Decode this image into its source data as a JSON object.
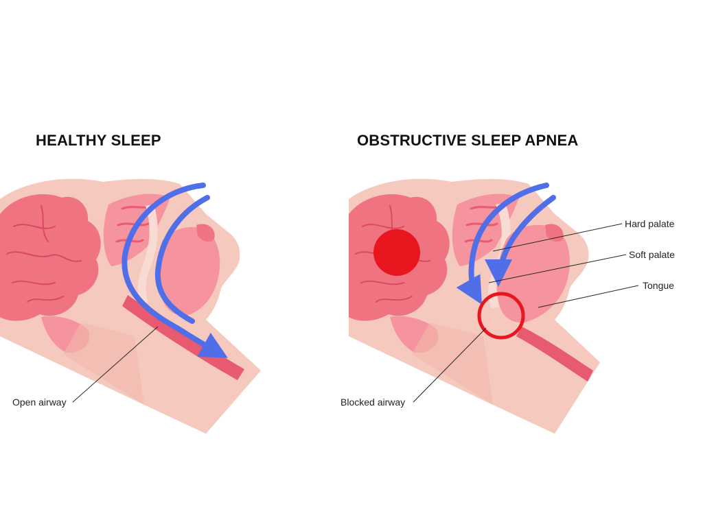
{
  "panels": {
    "healthy": {
      "title": "HEALTHY SLEEP",
      "airway_label": "Open airway"
    },
    "apnea": {
      "title": "OBSTRUCTIVE SLEEP APNEA",
      "airway_label": "Blocked airway",
      "hard_palate_label": "Hard palate",
      "soft_palate_label": "Soft palate",
      "tongue_label": "Tongue"
    }
  },
  "colors": {
    "skin": "#f6c9bf",
    "flesh": "#f5949e",
    "flesh_dark": "#e85a6f",
    "brain": "#f07382",
    "airflow": "#4f6ee8",
    "obstruction": "#e8161f",
    "text": "#222222"
  },
  "icons": {
    "airflow": "airflow-arrow-icon",
    "obstruction": "obstruction-circle-icon"
  }
}
